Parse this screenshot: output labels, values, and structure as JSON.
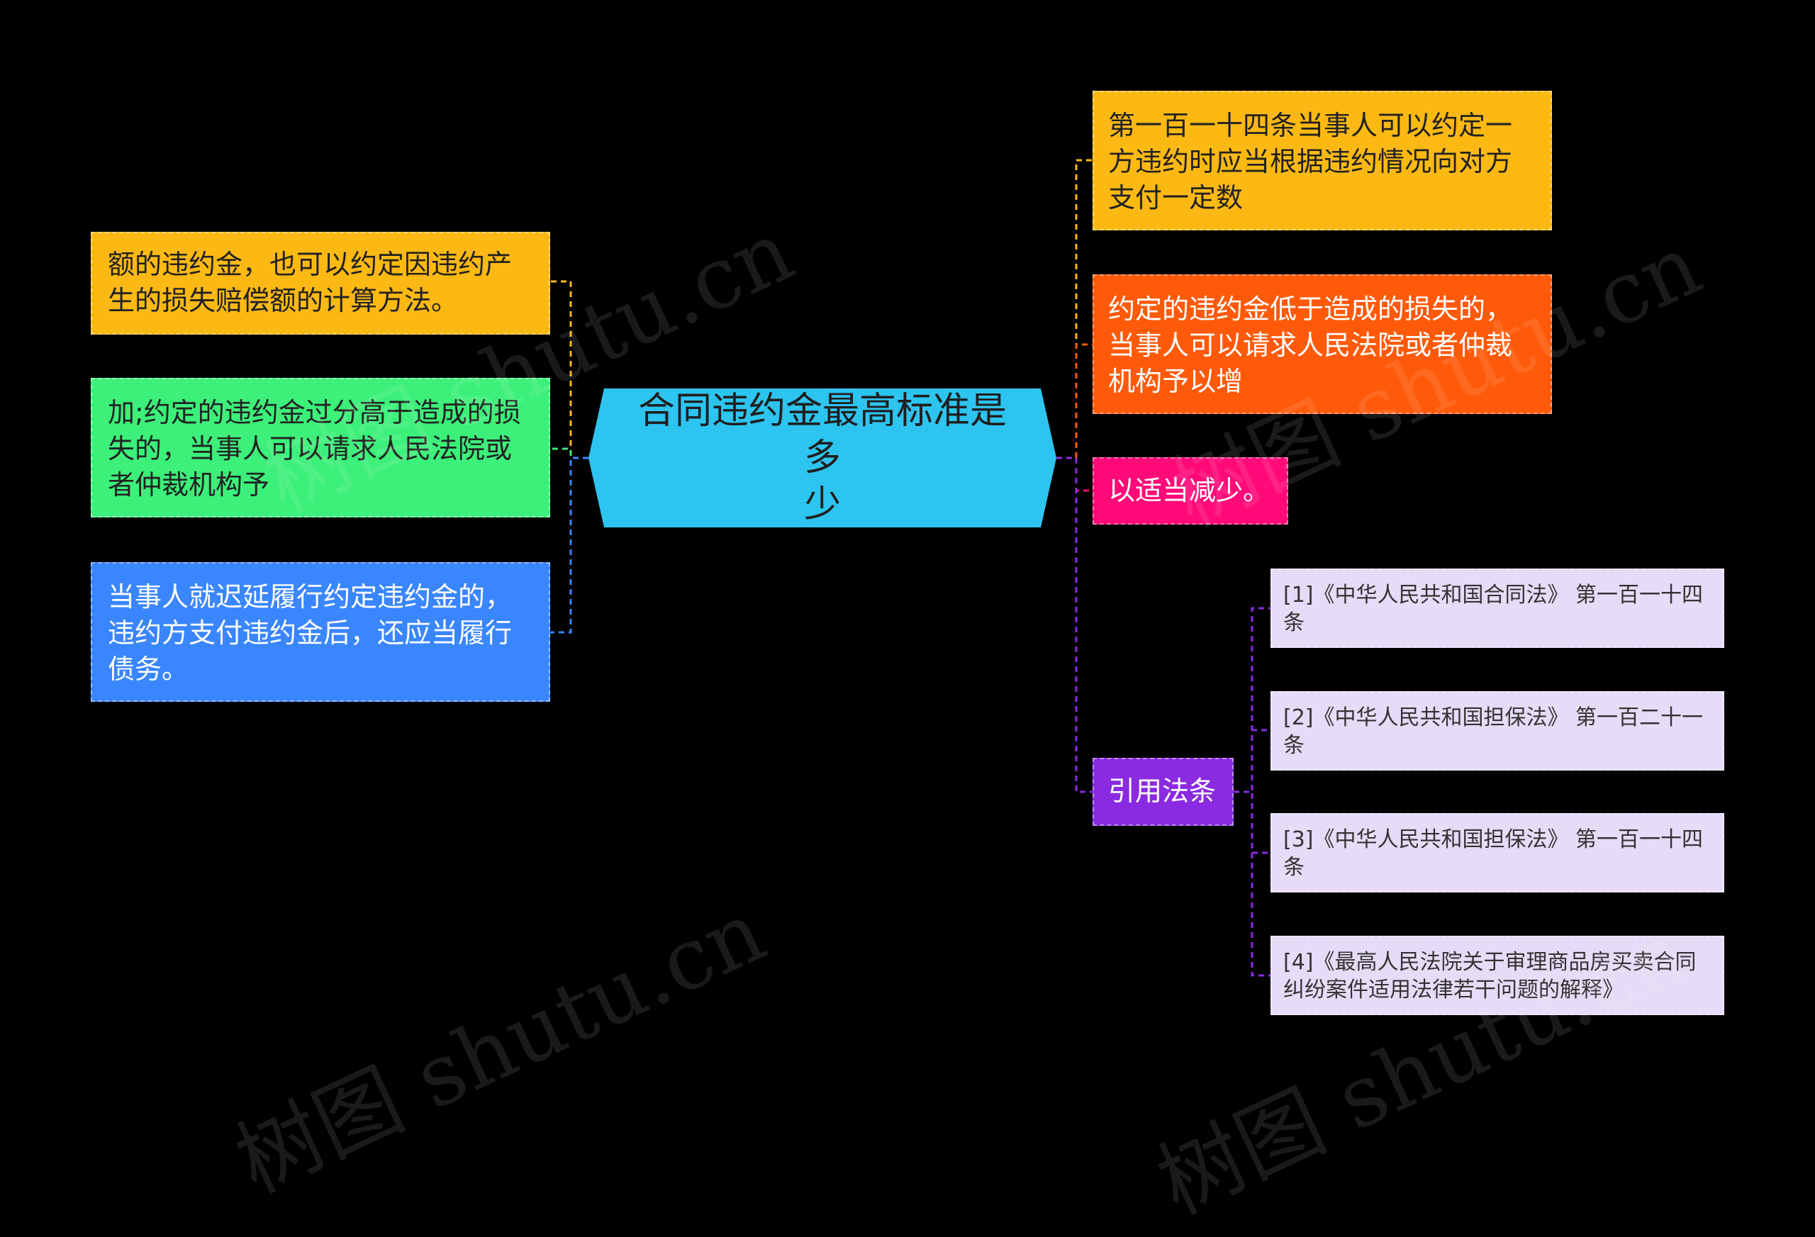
{
  "root": {
    "title": "合同违约金最高标准是多\n少",
    "color": "#2ec4f0"
  },
  "left_nodes": [
    {
      "text": "额的违约金，也可以约定因违约产\n生的损失赔偿额的计算方法。",
      "color": "#fdb913",
      "line_color": "#fdb913"
    },
    {
      "text": "加;约定的违约金过分高于造成的损\n失的，当事人可以请求人民法院或\n者仲裁机构予",
      "color": "#3cf07a",
      "line_color": "#3cf07a"
    },
    {
      "text": "当事人就迟延履行约定违约金的，\n违约方支付违约金后，还应当履行\n债务。",
      "color": "#3a86ff",
      "line_color": "#3a86ff"
    }
  ],
  "right_nodes": [
    {
      "text": "第一百一十四条当事人可以约定一\n方违约时应当根据违约情况向对方\n支付一定数",
      "color": "#fdb913",
      "line_color": "#fdb913"
    },
    {
      "text": "约定的违约金低于造成的损失的，\n当事人可以请求人民法院或者仲裁\n机构予以增",
      "color": "#ff5a0a",
      "line_color": "#ff5a0a"
    },
    {
      "text": "以适当减少。",
      "color": "#ff0a78",
      "line_color": "#ff0a78"
    },
    {
      "text": "引用法条",
      "color": "#8a2be2",
      "line_color": "#8a2be2"
    }
  ],
  "citations": {
    "color": "#e6dcf7",
    "line_color": "#8a2be2",
    "items": [
      "[1]《中华人民共和国合同法》 第一百一十四\n条",
      "[2]《中华人民共和国担保法》 第一百二十一\n条",
      "[3]《中华人民共和国担保法》 第一百一十四\n条",
      "[4]《最高人民法院关于审理商品房买卖合同\n纠纷案件适用法律若干问题的解释》"
    ]
  },
  "watermarks": [
    "树图 shutu.cn",
    "树图 shutu.cn",
    "树图 shutu.cn",
    "树图 shutu.cn"
  ]
}
